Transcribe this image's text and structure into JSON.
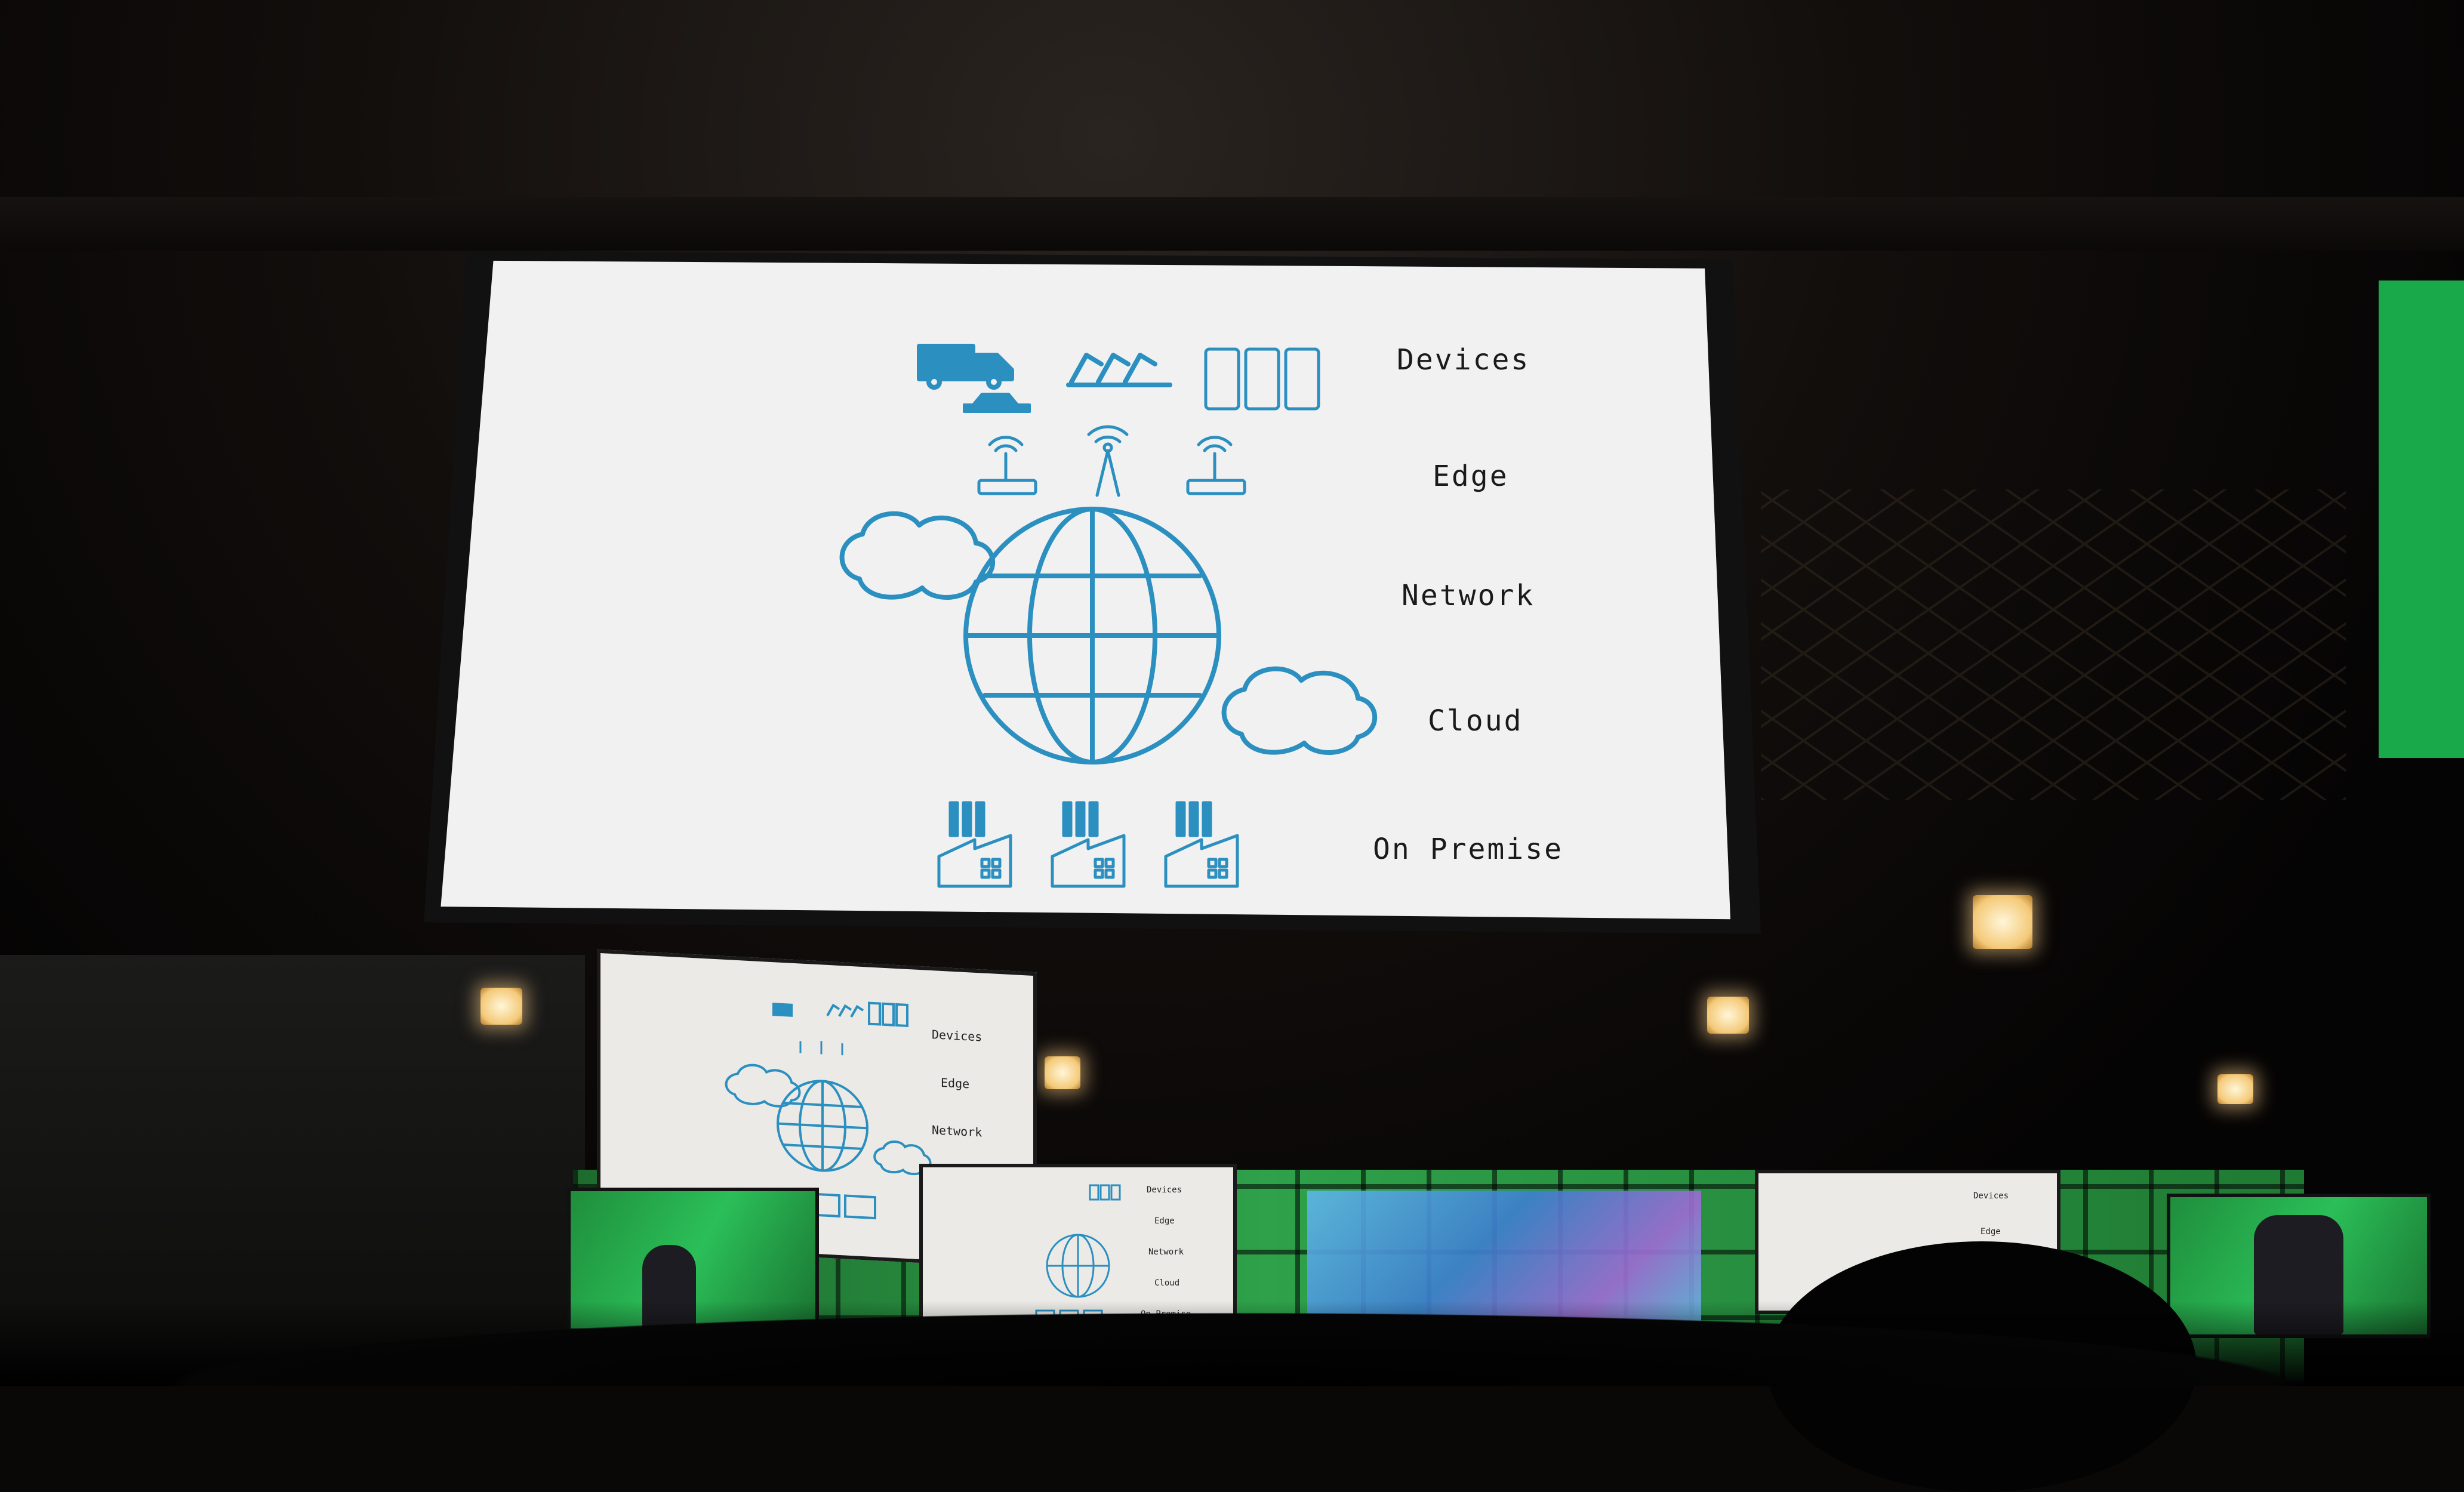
{
  "scene": {
    "main_slide": {
      "layers": [
        {
          "label": "Devices"
        },
        {
          "label": "Edge"
        },
        {
          "label": "Network"
        },
        {
          "label": "Cloud"
        },
        {
          "label": "On Premise"
        }
      ],
      "accent_color": "#2b8fc0",
      "background_color": "#f1f1f2",
      "icons": [
        "truck-icon",
        "car-icon",
        "robot-arm-icon",
        "phone-icon",
        "router-icon",
        "antenna-tower-icon",
        "cloud-icon",
        "globe-icon",
        "factory-icon"
      ]
    },
    "colors": {
      "stage_green": "#2ea14a",
      "light_warm": "#f4c978"
    }
  }
}
